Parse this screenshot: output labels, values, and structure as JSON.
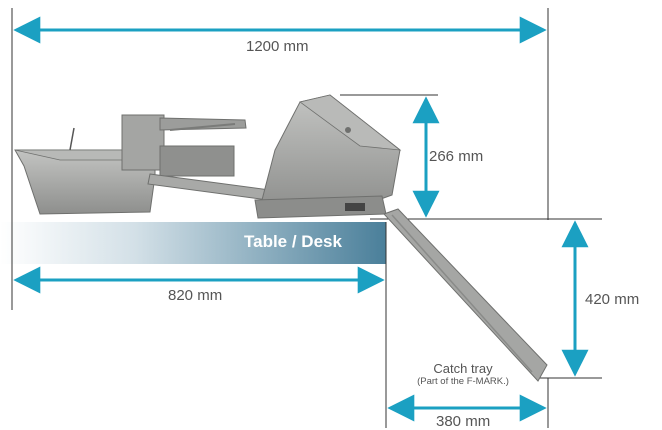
{
  "dimensions": {
    "overall_width": "1200 mm",
    "unit_height": "266 mm",
    "table_depth": "820 mm",
    "tray_drop": "420 mm",
    "tray_reach": "380 mm"
  },
  "desk": {
    "label": "Table / Desk"
  },
  "catch_tray": {
    "title": "Catch tray",
    "subtitle": "(Part of the F-MARK.)"
  },
  "colors": {
    "dimension_arrow": "#1ba0c2",
    "guide_line": "#333333",
    "desk_gradient_start": "#ffffff",
    "desk_gradient_end": "#4a7f9a",
    "machine_body": "#a9aaa8",
    "machine_shadow": "#7d7e7c"
  }
}
